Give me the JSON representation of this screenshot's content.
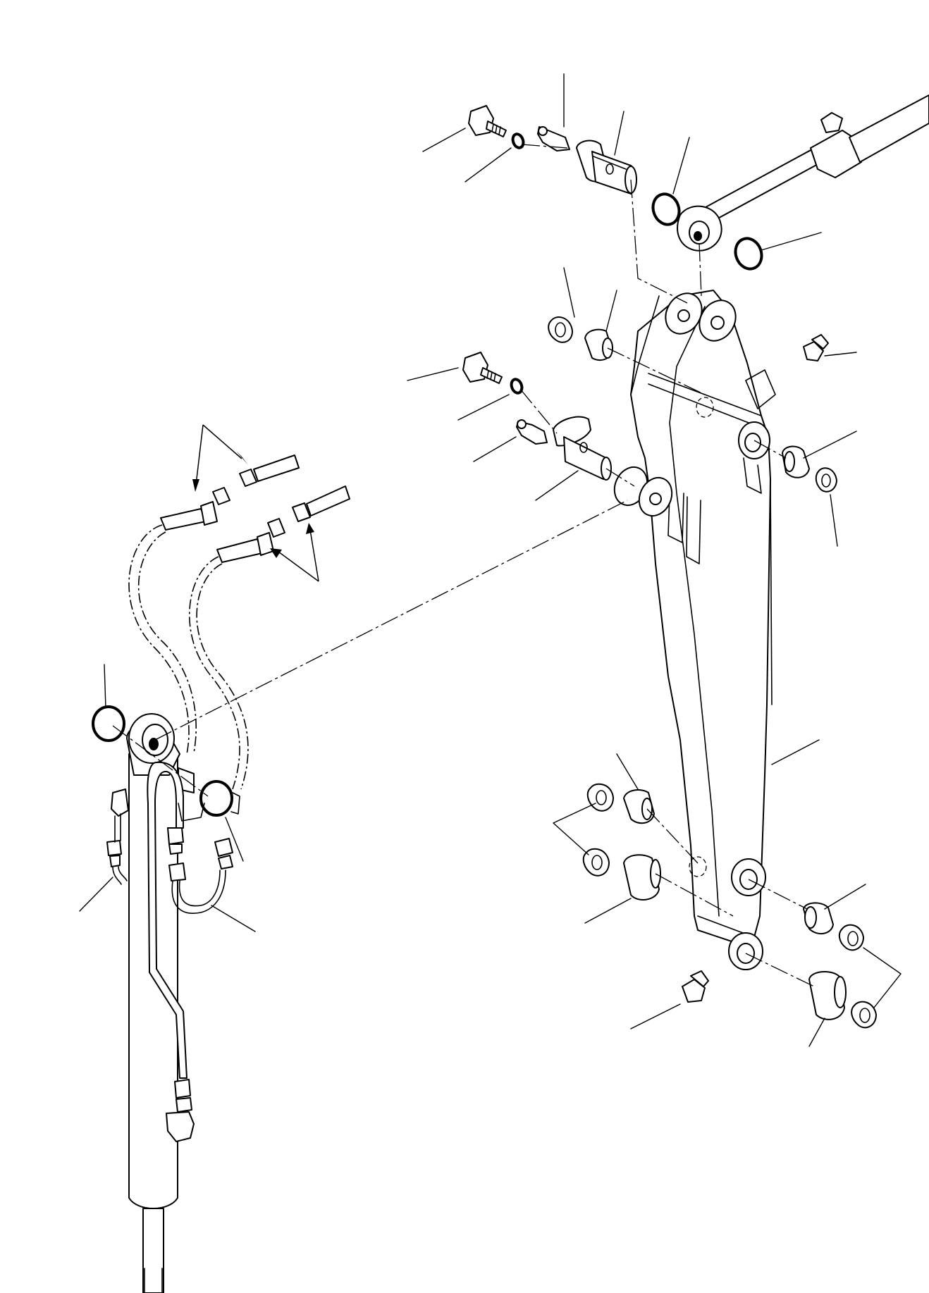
{
  "diagram": {
    "type": "exploded-parts-view",
    "callout_numbers_visible": false,
    "components": [
      {
        "id": "arm",
        "label": ""
      },
      {
        "id": "boom-cylinder",
        "label": ""
      },
      {
        "id": "bucket-cylinder-rod",
        "label": ""
      },
      {
        "id": "upper-pin",
        "label": ""
      },
      {
        "id": "middle-pin",
        "label": ""
      },
      {
        "id": "bushings",
        "label": ""
      },
      {
        "id": "seals",
        "label": ""
      },
      {
        "id": "grease-fittings",
        "label": ""
      },
      {
        "id": "hydraulic-hoses",
        "label": ""
      }
    ],
    "colors": {
      "line": "#000000",
      "background": "#ffffff"
    }
  }
}
